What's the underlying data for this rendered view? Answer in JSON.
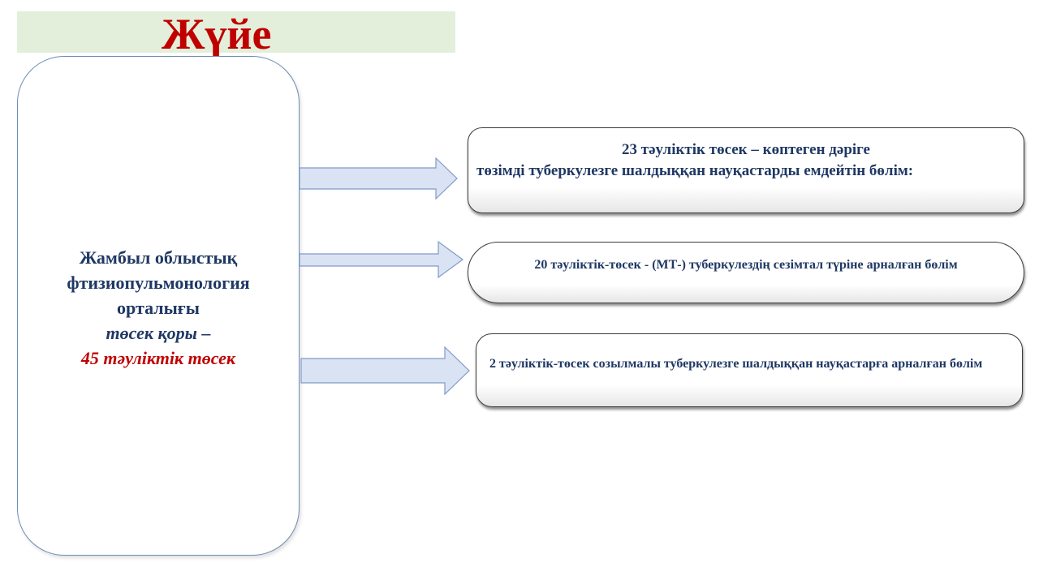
{
  "title": "Жүйе",
  "center": {
    "line1": "Жамбыл облыстық",
    "line2": "фтизиопульмонология",
    "line3": "орталығы",
    "line4": "төсек қоры –",
    "line5": "45 тәуліктік төсек"
  },
  "departments": [
    {
      "line1": "23 тәуліктік төсек – көптеген дәріге",
      "line2": "төзімді туберкулезге шалдыққан науқастарды емдейтін бөлім:"
    },
    {
      "text": "20 тәуліктік-төсек - (МТ-) туберкулездің сезімтал түріне арналған бөлім"
    },
    {
      "text": "2 тәуліктік-төсек созылмалы туберкулезге шалдыққан науқастарға арналған бөлім"
    }
  ],
  "colors": {
    "title": "#c00000",
    "title_background": "#e3efda",
    "text": "#1f3864",
    "arrow_fill": "#dae3f3",
    "arrow_stroke": "#7f9bc6"
  }
}
